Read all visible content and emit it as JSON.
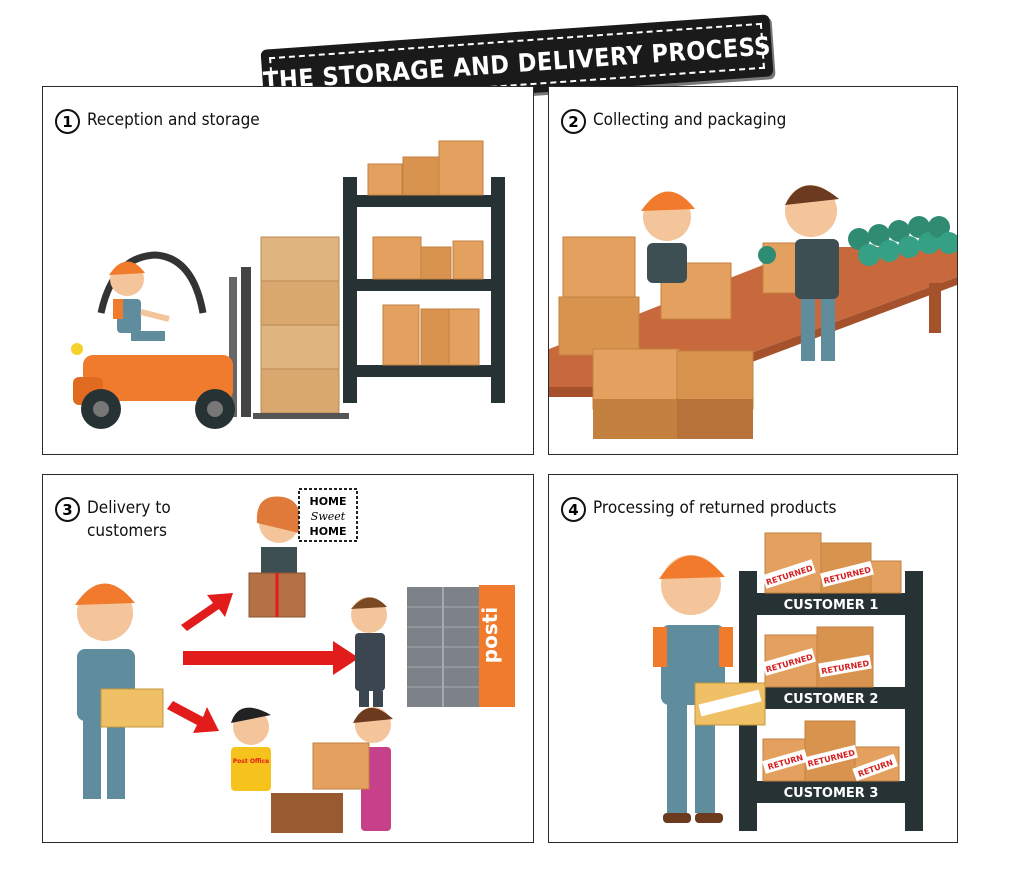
{
  "banner": {
    "title": "THE STORAGE AND DELIVERY PROCESS"
  },
  "panels": [
    {
      "number": "1",
      "title": "Reception and storage"
    },
    {
      "number": "2",
      "title": "Collecting and packaging"
    },
    {
      "number": "3",
      "title": "Delivery to\ncustomers"
    },
    {
      "number": "4",
      "title": "Processing of returned products"
    }
  ],
  "panel3": {
    "sign_line1": "HOME",
    "sign_line2": "Sweet",
    "sign_line3": "HOME",
    "locker_brand": "posti",
    "shirt_text": "Post Office"
  },
  "panel4": {
    "shelves": [
      "CUSTOMER 1",
      "CUSTOMER 2",
      "CUSTOMER 3"
    ],
    "box_label": "RETURNED",
    "box_label_short": "RETURN"
  },
  "colors": {
    "box": "#e3a05e",
    "box_dark": "#c4803f",
    "shelf": "#263234",
    "vest": "#f07b2c",
    "helmet": "#f27a2c",
    "arrow": "#e21b1b",
    "label_red": "#d52020"
  }
}
